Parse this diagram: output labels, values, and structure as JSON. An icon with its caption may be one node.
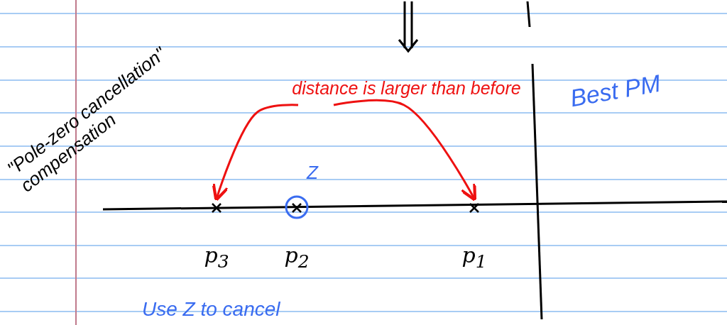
{
  "diagram": {
    "nodes": [
      {
        "text": [
          "p$_{3}$"
        ]
      },
      {
        "text": [
          "p$_{2}$"
        ]
      },
      {
        "text": [
          "p$_{1}$"
        ]
      },
      {
        "text": [
          "distance is larger than before"
        ]
      }
    ],
    "edges": [
      {
        "from": 3,
        "to": 0,
        "arrow": "to"
      },
      {
        "from": 3,
        "to": 2,
        "arrow": "to"
      }
    ],
    "labels": [
      "\"Pole-zero cancellation\" compensation",
      "Z",
      "Best PM",
      "Use Z to cancel"
    ]
  }
}
